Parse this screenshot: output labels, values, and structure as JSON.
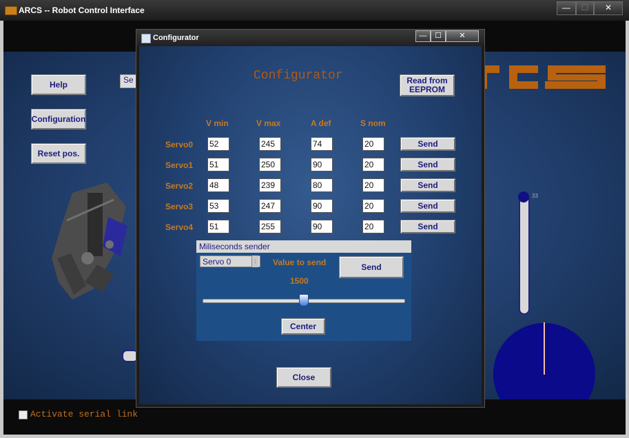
{
  "main_window": {
    "title": "ARCS -- Robot Control Interface",
    "controls": {
      "minimize": "—",
      "maximize": "☐",
      "close": "✕"
    },
    "buttons": {
      "help": "Help",
      "configuration": "Configuration",
      "reset": "Reset pos."
    },
    "serial_port_combo": "Se",
    "logo": "ARCS",
    "activate_serial_link": "Activate serial link",
    "slider_tick": "33"
  },
  "dialog": {
    "title": "Configurator",
    "controls": {
      "minimize": "—",
      "maximize": "☐",
      "close": "✕"
    },
    "heading": "Configurator",
    "read_eeprom_label": "Read from EEPROM",
    "columns": [
      "V min",
      "V max",
      "A def",
      "S nom"
    ],
    "send_label": "Send",
    "rows": [
      {
        "label": "Servo0",
        "vmin": "52",
        "vmax": "245",
        "adef": "74",
        "snom": "20"
      },
      {
        "label": "Servo1",
        "vmin": "51",
        "vmax": "250",
        "adef": "90",
        "snom": "20"
      },
      {
        "label": "Servo2",
        "vmin": "48",
        "vmax": "239",
        "adef": "80",
        "snom": "20"
      },
      {
        "label": "Servo3",
        "vmin": "53",
        "vmax": "247",
        "adef": "90",
        "snom": "20"
      },
      {
        "label": "Servo4",
        "vmin": "51",
        "vmax": "255",
        "adef": "90",
        "snom": "20"
      }
    ],
    "ms_sender": {
      "header": "Miliseconds sender",
      "selected_servo": "Servo 0",
      "value_label": "Value to send",
      "value": "1500",
      "send_label": "Send",
      "center_label": "Center",
      "slider_fraction": 0.5
    },
    "close_label": "Close"
  },
  "colors": {
    "accent_orange": "#c87a1e",
    "button_text": "#1c1c7e",
    "panel_blue": "#21406f"
  }
}
